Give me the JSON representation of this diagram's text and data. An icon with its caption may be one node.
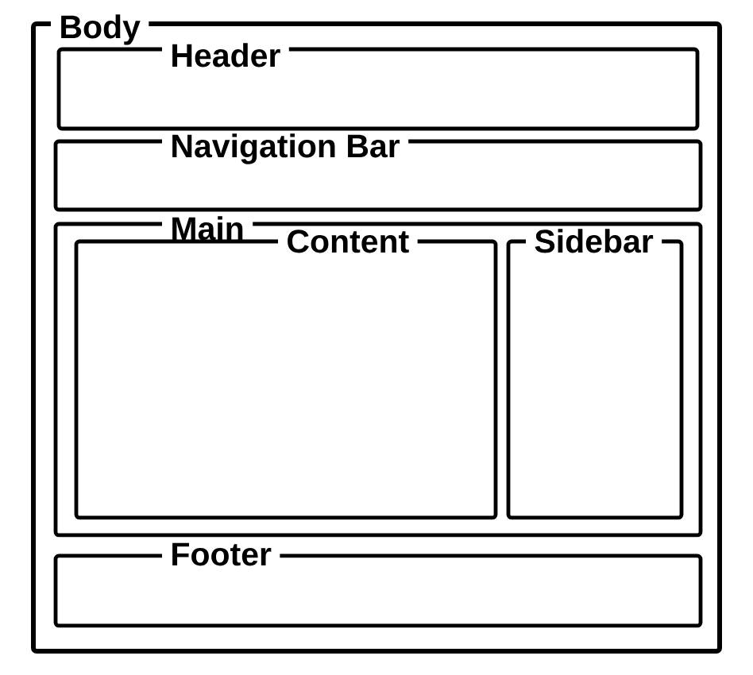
{
  "diagram": {
    "nodes": [
      {
        "text": [
          "Body"
        ]
      },
      {
        "text": [
          "Header"
        ],
        "in": 0
      },
      {
        "text": [
          "Navigation Bar"
        ],
        "in": 0
      },
      {
        "text": [
          "Main"
        ],
        "in": 0
      },
      {
        "text": [
          "Content"
        ],
        "in": 3
      },
      {
        "text": [
          "Sidebar"
        ],
        "in": 3
      },
      {
        "text": [
          "Footer"
        ],
        "in": 0
      }
    ]
  }
}
